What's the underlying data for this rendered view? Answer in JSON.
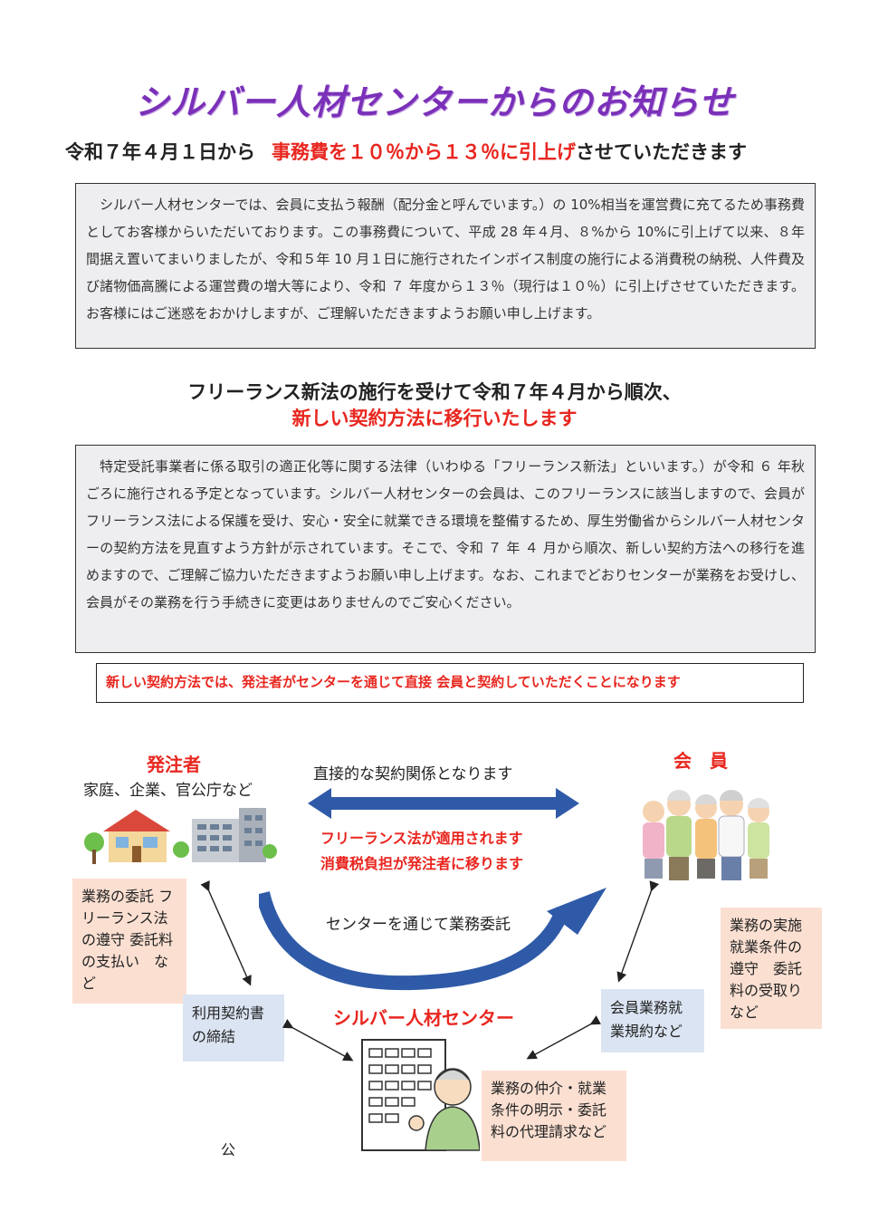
{
  "title": "シルバー人材センターからのお知らせ",
  "notice1": {
    "lead": "令和７年４月１日から",
    "highlight": "事務費を１０％から１３％に引上げ",
    "tail": "させていただきます",
    "body": "シルバー人材センターでは、会員に支払う報酬（配分金と呼んでいます。）の 10%相当を運営費に充てるため事務費としてお客様からいただいております。この事務費について、平成 28 年４月、８%から 10%に引上げて以来、８年間据え置いてまいりましたが、令和５年 10 月１日に施行されたインボイス制度の施行による消費税の納税、人件費及び諸物価高騰による運営費の増大等により、令和 ７ 年度から１３％（現行は１０％）に引上げさせていただきます。お客様にはご迷惑をおかけしますが、ご理解いただきますようお願い申し上げます。"
  },
  "notice2": {
    "heading1": "フリーランス新法の施行を受けて令和７年４月から順次、",
    "heading2": "新しい契約方法に移行いたします",
    "body": "特定受託事業者に係る取引の適正化等に関する法律（いわゆる「フリーランス新法」といいます。）が令和 ６ 年秋ごろに施行される予定となっています。シルバー人材センターの会員は、このフリーランスに該当しますので、会員がフリーランス法による保護を受け、安心・安全に就業できる環境を整備するため、厚生労働省からシルバー人材センターの契約方法を見直すよう方針が示されています。そこで、令和 ７ 年 ４ 月から順次、新しい契約方法への移行を進めますので、ご理解ご協力いただきますようお願い申し上げます。なお、これまでどおりセンターが業務をお受けし、会員がその業務を行う手続きに変更はありませんのでご安心ください。",
    "callout": "新しい契約方法では、発注者がセンターを通じて直接 会員と契約していただくことになります"
  },
  "diagram": {
    "client_label": "発注者",
    "client_sub": "家庭、企業、官公庁など",
    "member_label": "会　員",
    "direct_contract": "直接的な契約関係となります",
    "freelance_law": "フリーランス法が適用されます",
    "tax_burden": "消費税負担が発注者に移ります",
    "via_center": "センターを通じて業務委託",
    "center_label": "シルバー人材センター",
    "client_duties": "業務の委託 フリーランス法の遵守 委託料の支払い　など",
    "usage_contract": "利用契約書の締結",
    "member_rules": "会員業務就業規約など",
    "member_duties": "業務の実施 就業条件の遵守　委託料の受取り など",
    "center_duties": "業務の仲介・就業条件の明示・委託料の代理請求など",
    "footer_mark": "公"
  },
  "colors": {
    "title": "#7a30b8",
    "accent_red": "#e8261f",
    "arrow_blue": "#2f5aa8",
    "peach": "#fbe0d2",
    "light_blue": "#dbe4f2"
  }
}
